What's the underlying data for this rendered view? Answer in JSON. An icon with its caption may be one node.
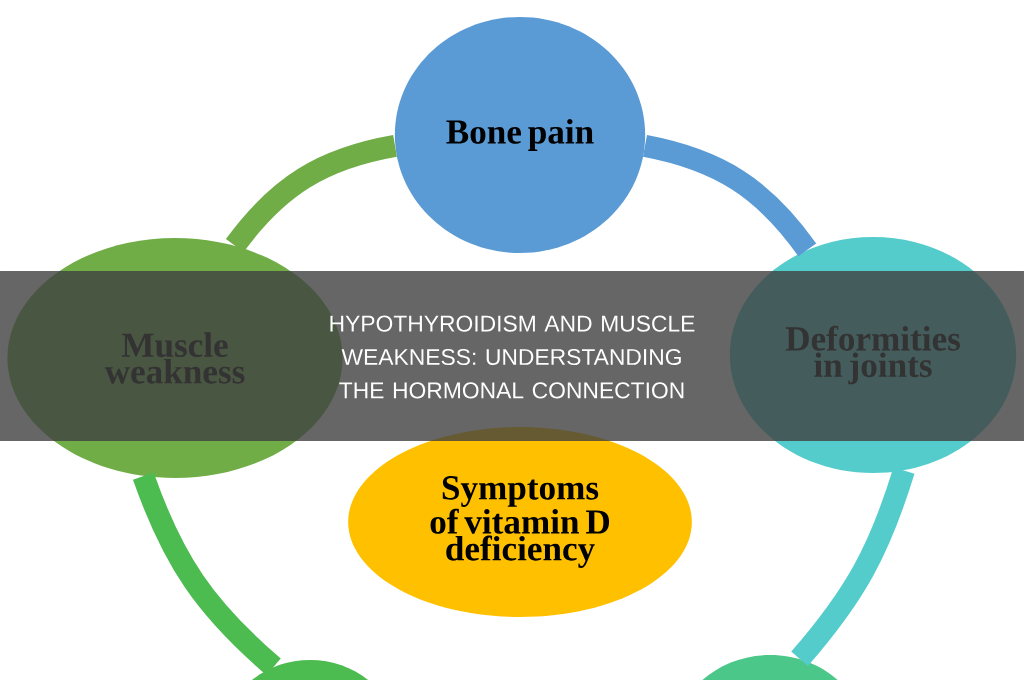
{
  "diagram": {
    "title": "HYPOTHYROIDISM AND MUSCLE WEAKNESS: UNDERSTANDING THE HORMONAL CONNECTION",
    "nodes": [
      {
        "text": [
          "Bone pain"
        ]
      },
      {
        "text": [
          "Deformities in joints"
        ]
      },
      {
        "text": [
          "Muscle weakness"
        ]
      },
      {
        "text": [
          "Symptoms of vitamin D deficiency"
        ]
      },
      {
        "text": [],
        "shape": "circle"
      },
      {
        "text": [],
        "shape": "circle"
      }
    ],
    "edges": [
      {
        "from": 2,
        "to": 0,
        "arrow": "none",
        "color": "#70ad47"
      },
      {
        "from": 0,
        "to": 1,
        "arrow": "none",
        "color": "#5b9bd5"
      },
      {
        "from": 1,
        "to": 5,
        "arrow": "none",
        "color": "#55cccc"
      },
      {
        "from": 2,
        "to": 4,
        "arrow": "none",
        "color": "#4cbb50"
      }
    ]
  }
}
